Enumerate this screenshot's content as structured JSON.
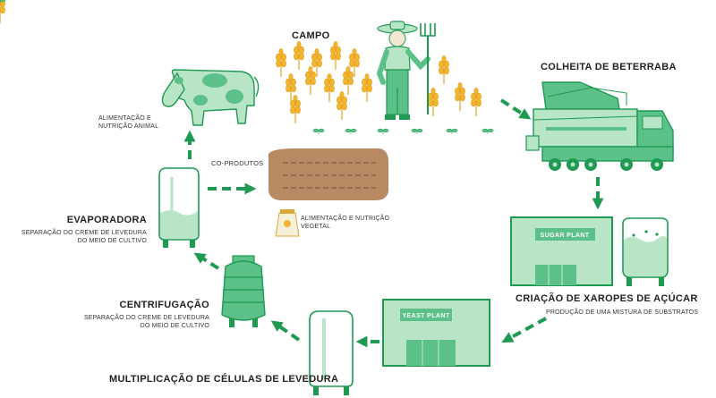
{
  "labels": {
    "campo": "CAMPO",
    "colheita": "COLHEITA DE BETERRABA",
    "alimentacao_animal": [
      "ALIMENTAÇÃO E",
      "NUTRIÇÃO ANIMAL"
    ],
    "co_produtos": "CO-PRODUTOS",
    "alimentacao_vegetal": [
      "ALIMENTAÇÃO E NUTRIÇÃO",
      "VEGETAL"
    ],
    "evaporadora": "EVAPORADORA",
    "evaporadora_sub": [
      "SEPARAÇÃO DO CREME DE LEVEDURA",
      "DO MEIO DE CULTIVO"
    ],
    "centrifugacao": "CENTRIFUGAÇÃO",
    "centrifugacao_sub": [
      "SEPARAÇÃO DO CREME DE LEVEDURA",
      "DO MEIO DE CULTIVO"
    ],
    "xaropes": "CRIAÇÃO DE XAROPES DE AÇÚCAR",
    "xaropes_sub": "PRODUÇÃO DE UMA MISTURA DE SUBSTRATOS",
    "multiplicacao": "MULTIPLICAÇÃO DE CÉLULAS DE LEVEDURA",
    "sugar_plant": "SUGAR PLANT",
    "yeast_plant": "YEAST PLANT"
  },
  "colors": {
    "green_dark": "#1e9a52",
    "green_mid": "#5cc188",
    "green_light": "#b7e5c6",
    "soil": "#b88a64",
    "wheat": "#f2b431"
  }
}
